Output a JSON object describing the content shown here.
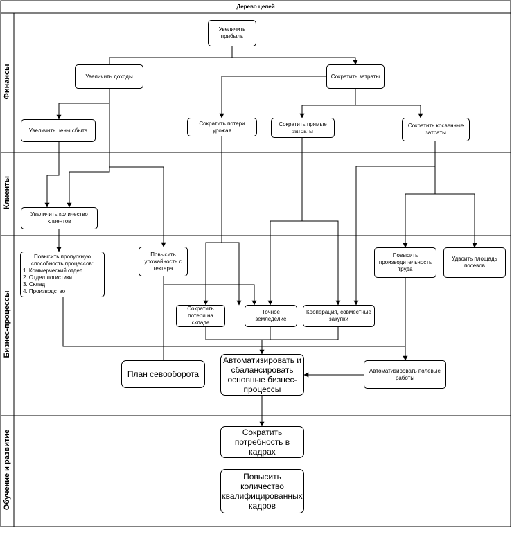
{
  "title": "Дерево целей",
  "lanes": {
    "finance": "Финансы",
    "clients": "Клиенты",
    "business": "Бизнес-процессы",
    "learning": "Обучение и развитие"
  },
  "nodes": {
    "increase_profit": "Увеличить прибыль",
    "increase_income": "Увеличить доходы",
    "cut_costs": "Сократить затраты",
    "raise_prices": "Увеличить цены сбыта",
    "cut_crop_losses": "Сократить потери урожая",
    "cut_direct_costs": "Сократить прямые затраты",
    "cut_indirect_costs": "Сократить косвенные затраты",
    "increase_clients": "Увеличить количество клиентов",
    "throughput": {
      "heading": "Повысить пропускную способность процессов:",
      "items": [
        "1. Коммерческий отдел",
        "2. Отдел логистики",
        "3. Склад",
        "4. Производство"
      ]
    },
    "increase_yield": "Повысить урожайность с гектара",
    "labor_productivity": "Повысить производительность труда",
    "double_area": "Удвоить площадь посевов",
    "cut_storage_losses": "Сократить потери на складе",
    "precision_farming": "Точное земледелие",
    "cooperation": "Кооперация, совместные закупки",
    "crop_rotation": "План севооборота",
    "automate_processes": "Автоматизировать и сбалансировать основные бизнес-процессы",
    "automate_field_work": "Автоматизировать полевые работы",
    "cut_staff_need": "Сократить потребность в кадрах",
    "increase_qualified": "Повысить количество квалифицированных кадров"
  }
}
